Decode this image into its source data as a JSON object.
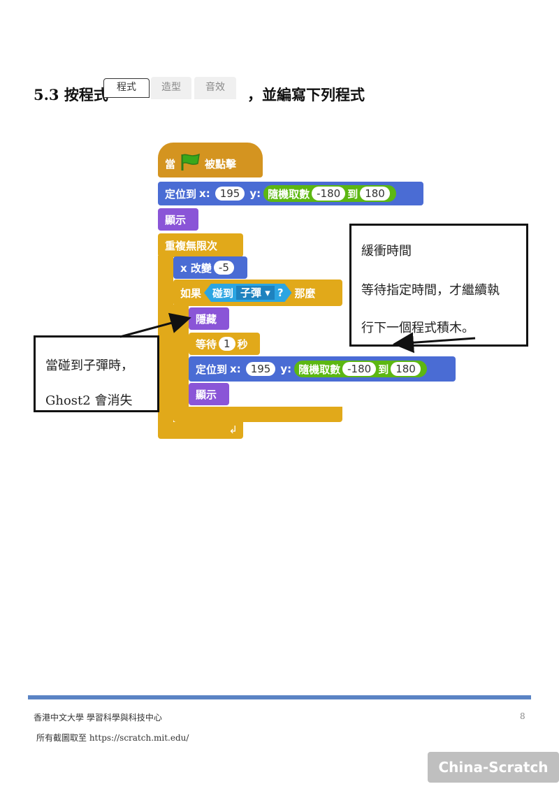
{
  "heading": {
    "prefix": "5.3 按程式",
    "suffix": "，並編寫下列程式"
  },
  "tabs": [
    {
      "label": "程式"
    },
    {
      "label": "造型"
    },
    {
      "label": "音效"
    }
  ],
  "script": {
    "when_clicked": {
      "when": "當",
      "clicked": "被點擊"
    },
    "goto1": {
      "label": "定位到",
      "x_label": "x:",
      "x": "195",
      "y_label": "y:",
      "random": "隨機取數",
      "from": "-180",
      "to_label": "到",
      "to": "180"
    },
    "show1": "顯示",
    "forever": "重複無限次",
    "change_x": {
      "label": "x 改變",
      "value": "-5"
    },
    "if_block": {
      "if": "如果",
      "touching": "碰到",
      "target": "子彈",
      "question": "?",
      "then": "那麼"
    },
    "hide": "隱藏",
    "wait": {
      "label": "等待",
      "value": "1",
      "unit": "秒"
    },
    "goto2": {
      "label": "定位到",
      "x_label": "x:",
      "x": "195",
      "y_label": "y:",
      "random": "隨機取數",
      "from": "-180",
      "to_label": "到",
      "to": "180"
    },
    "show2": "顯示"
  },
  "callout_right": {
    "line1": "緩衝時間",
    "line2": "等待指定時間，才繼續執",
    "line3": "行下一個程式積木。"
  },
  "callout_left": {
    "line1": "當碰到子彈時，",
    "line2": "Ghost2  會消失"
  },
  "footer": {
    "org": "香港中文大學  學習科學與科技中心",
    "page": "8",
    "source": "所有截圖取至 https://scratch.mit.edu/"
  },
  "watermark": "China-Scratch",
  "colors": {
    "event": "#d49420",
    "motion": "#4a6cd4",
    "looks": "#8a55d7",
    "control": "#e1a91a",
    "sensing": "#2ca5e2",
    "operator": "#5cb712",
    "footer_rule": "#5a83c4"
  }
}
